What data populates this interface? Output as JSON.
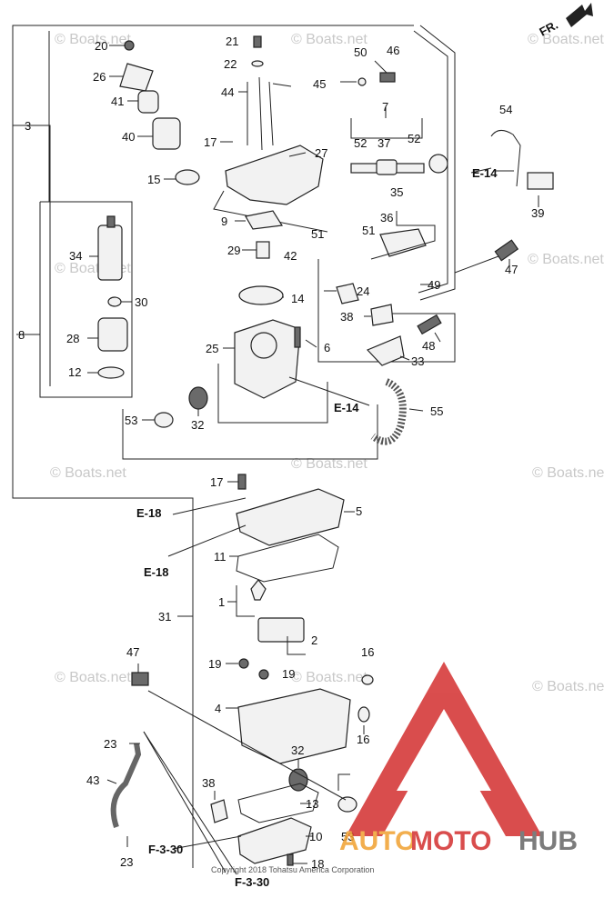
{
  "orientation": {
    "label": "FR."
  },
  "watermark": {
    "text": "© Boats.net"
  },
  "copyright": {
    "text": "Copyright 2018 Tohatsu America Corporation"
  },
  "logo": {
    "auto": "AUTO",
    "moto": "MOTO",
    "hub": "HUB",
    "auto_color": "#f0a030",
    "moto_color": "#d32f2f",
    "hub_color": "#666666"
  },
  "colors": {
    "line": "#222222",
    "part_fill": "#f2f2f2",
    "logo_red": "#d32f2f"
  },
  "references": {
    "e14": "E-14",
    "e18": "E-18",
    "f330": "F-3-30"
  },
  "callouts": {
    "n1": "1",
    "n2": "2",
    "n3": "3",
    "n4": "4",
    "n5": "5",
    "n6": "6",
    "n7": "7",
    "n8": "8",
    "n9": "9",
    "n10": "10",
    "n11": "11",
    "n12": "12",
    "n13": "13",
    "n14": "14",
    "n15": "15",
    "n16": "16",
    "n17": "17",
    "n18": "18",
    "n19": "19",
    "n20": "20",
    "n21": "21",
    "n22": "22",
    "n23": "23",
    "n24": "24",
    "n25": "25",
    "n26": "26",
    "n27": "27",
    "n28": "28",
    "n29": "29",
    "n30": "30",
    "n31": "31",
    "n32": "32",
    "n33": "33",
    "n34": "34",
    "n35": "35",
    "n36": "36",
    "n37": "37",
    "n38": "38",
    "n39": "39",
    "n40": "40",
    "n41": "41",
    "n42": "42",
    "n43": "43",
    "n44": "44",
    "n45": "45",
    "n46": "46",
    "n47": "47",
    "n48": "48",
    "n49": "49",
    "n50": "50",
    "n51": "51",
    "n52": "52",
    "n53": "53",
    "n54": "54",
    "n55": "55"
  }
}
